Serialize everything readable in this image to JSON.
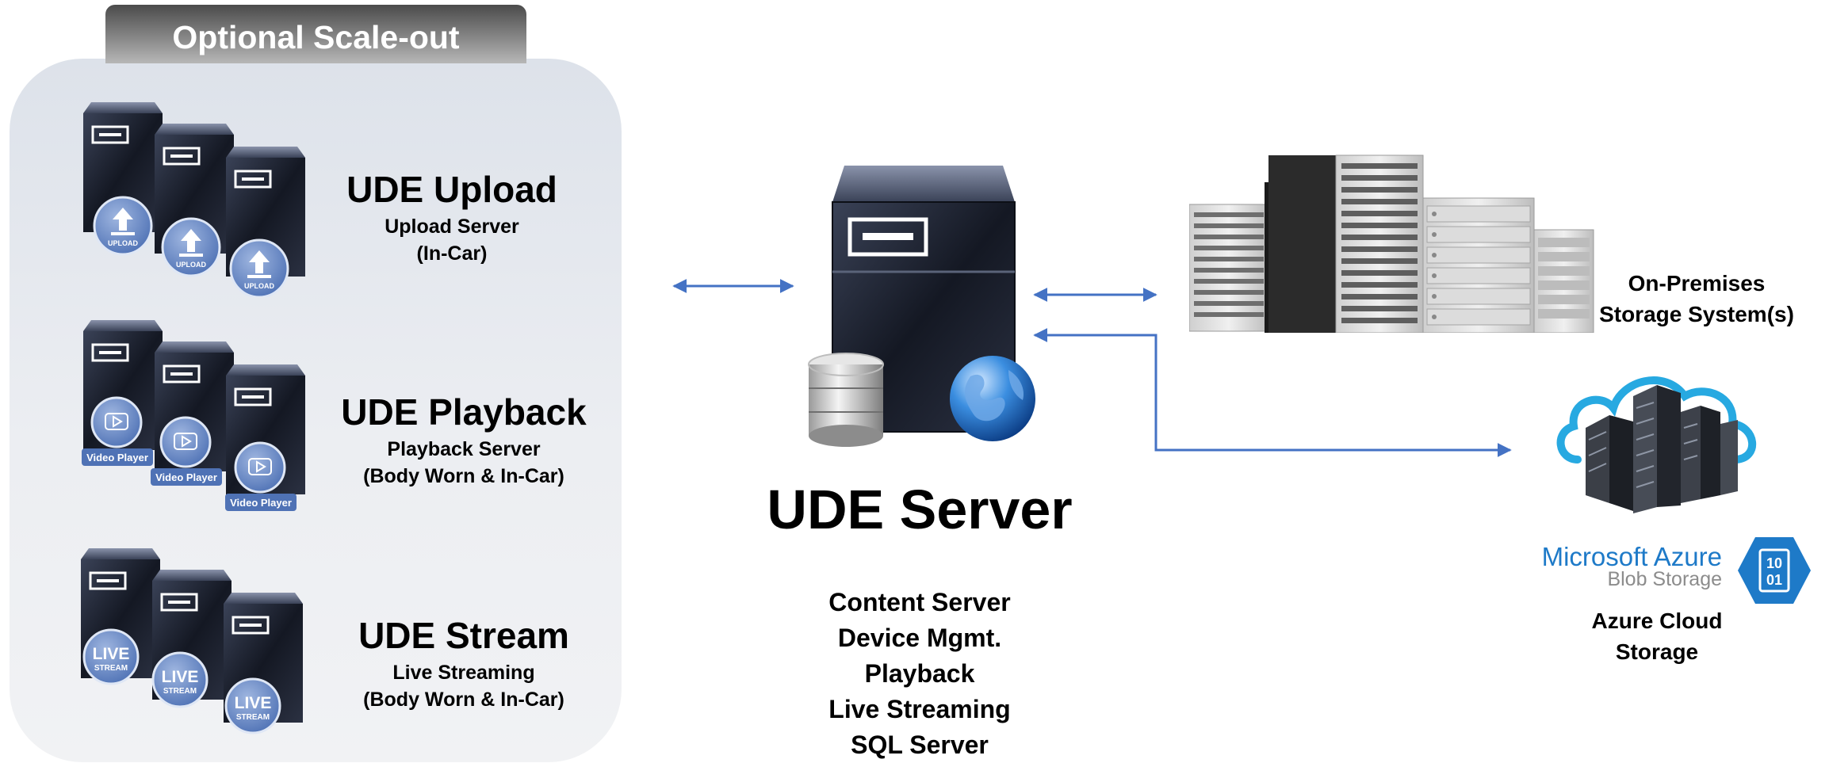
{
  "panel": {
    "title": "Optional Scale-out"
  },
  "groups": [
    {
      "title": "UDE Upload",
      "line1": "Upload Server",
      "line2": "(In-Car)",
      "badge": "UPLOAD"
    },
    {
      "title": "UDE Playback",
      "line1": "Playback Server",
      "line2": "(Body Worn & In-Car)",
      "badge": "Video Player"
    },
    {
      "title": "UDE Stream",
      "line1": "Live Streaming",
      "line2": "(Body Worn & In-Car)",
      "badge_top": "LIVE",
      "badge_bottom": "STREAM"
    }
  ],
  "server": {
    "title": "UDE Server",
    "roles": [
      "Content Server",
      "Device Mgmt.",
      "Playback",
      "Live Streaming",
      "SQL Server"
    ]
  },
  "storage": {
    "onprem_line1": "On-Premises",
    "onprem_line2": "Storage System(s)",
    "azure_brand": "Microsoft Azure",
    "azure_product": "Blob Storage",
    "azure_icon_top": "10",
    "azure_icon_bottom": "01",
    "azure_line1": "Azure Cloud",
    "azure_line2": "Storage"
  },
  "colors": {
    "arrow": "#4472c4",
    "badge": "#6a8cc6",
    "azure": "#1e7ac8",
    "server_dark": "#1f2433"
  }
}
